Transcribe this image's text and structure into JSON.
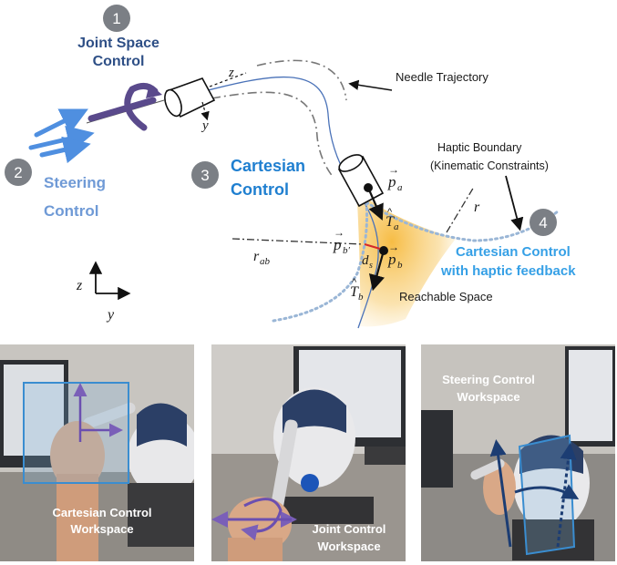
{
  "diagram": {
    "badges": [
      "1",
      "2",
      "3",
      "4"
    ],
    "labels": {
      "joint_space_line1": "Joint Space",
      "joint_space_line2": "Control",
      "steering_line1": "Steering",
      "steering_line2": "Control",
      "cartesian_line1": "Cartesian",
      "cartesian_line2": "Control",
      "cart_haptic_line1": "Cartesian Control",
      "cart_haptic_line2": "with haptic feedback",
      "needle_trajectory": "Needle Trajectory",
      "haptic_boundary_line1": "Haptic Boundary",
      "haptic_boundary_line2": "(Kinematic Constraints)",
      "reachable_space": "Reachable Space"
    },
    "math": {
      "z_top": "z",
      "y_top": "y",
      "r": "r",
      "r_ab": "r",
      "r_ab_sub": "ab",
      "p_a": "p",
      "p_a_sub": "a",
      "p_b": "p",
      "p_b_sub": "b",
      "p_bprime": "p",
      "p_bprime_sub": "b′",
      "t_a": "T",
      "t_a_sub": "a",
      "t_b": "T",
      "t_b_sub": "b",
      "d_s": "d",
      "d_s_sub": "s",
      "axis_z": "z",
      "axis_y": "y"
    },
    "colors": {
      "joint_arrow": "#5a4a8c",
      "steering_arrow": "#4f8fe0",
      "badge_gray": "#7b7f85",
      "boundary_dots": "#9ab6d6",
      "reachable_fill": "#f6c14a",
      "needle_red": "#d42a2a"
    }
  },
  "photos": [
    {
      "caption_line1": "Cartesian Control",
      "caption_line2": "Workspace"
    },
    {
      "caption_line1": "Joint Control",
      "caption_line2": "Workspace"
    },
    {
      "caption_line1": "Steering Control",
      "caption_line2": "Workspace"
    }
  ]
}
